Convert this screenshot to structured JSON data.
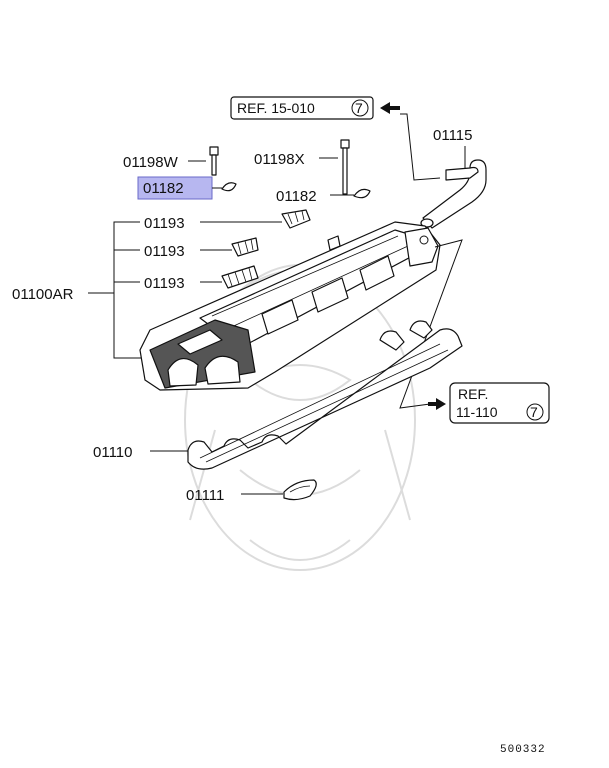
{
  "parts": {
    "p01198w": "01198W",
    "p01198x": "01198X",
    "p01182_a": "01182",
    "p01182_b": "01182",
    "p01193_a": "01193",
    "p01193_b": "01193",
    "p01193_c": "01193",
    "p01100ar": "01100AR",
    "p01115": "01115",
    "p01110": "01110",
    "p01111": "01111"
  },
  "refs": {
    "ref1_line": "REF. 15-010",
    "ref1_circle": "7",
    "ref2_line1": "REF.",
    "ref2_line2": "11-110",
    "ref2_circle": "7"
  },
  "highlight_color": "#b7b7f0",
  "diagram_code": "500332"
}
